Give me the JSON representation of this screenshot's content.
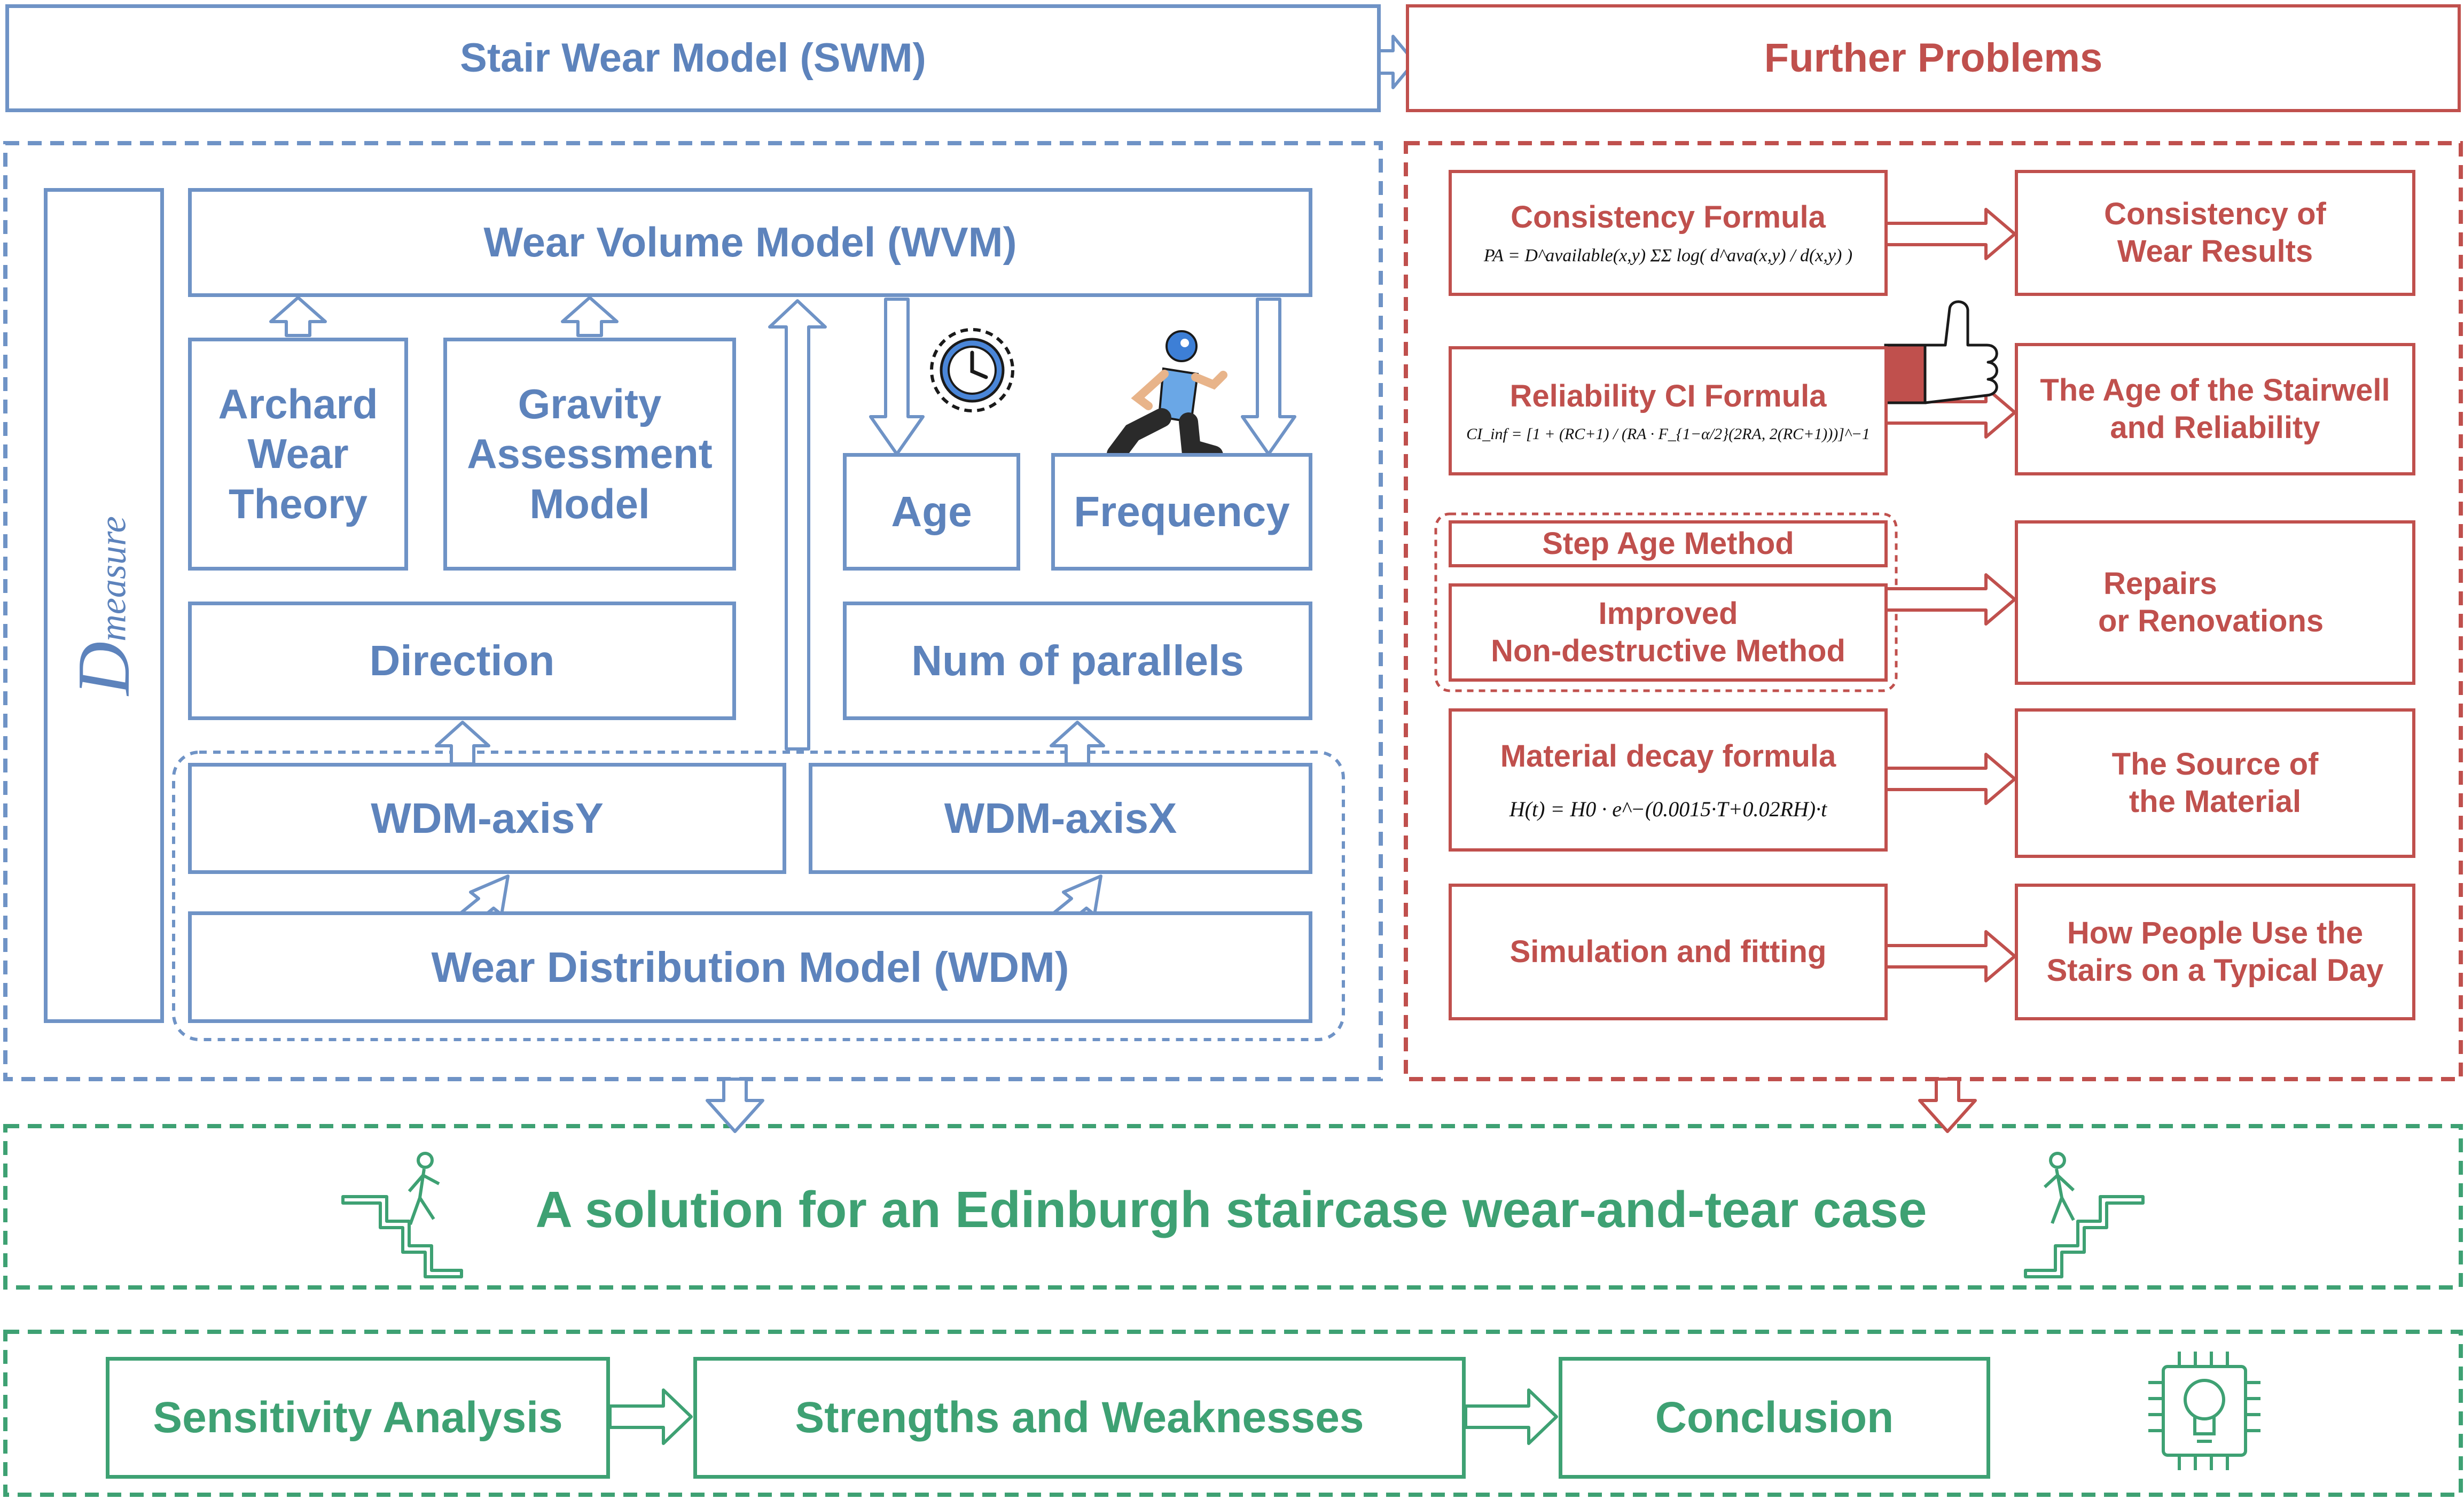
{
  "swm": {
    "title": "Stair Wear Model  (SWM)",
    "d_measure_base": "D",
    "d_measure_sup": "measure",
    "wvm": "Wear Volume Model  (WVM)",
    "archard": [
      "Archard",
      "Wear",
      "Theory"
    ],
    "gravity": [
      "Gravity",
      "Assessment",
      "Model"
    ],
    "age": "Age",
    "frequency": "Frequency",
    "direction": "Direction",
    "num_parallels": "Num of parallels",
    "wdm_axis_y": "WDM-axisY",
    "wdm_axis_x": "WDM-axisX",
    "wdm": "Wear Distribution Model  (WDM)"
  },
  "further": {
    "title": "Further Problems",
    "consistency_formula": {
      "label": "Consistency Formula",
      "formula": "PA = D^available(x,y) ΣΣ log( d^ava(x,y) / d(x,y) )"
    },
    "reliability_formula": {
      "label": "Reliability CI Formula",
      "formula": "CI_inf = [1 + (RC+1) / (RA · F_{1−α/2}(2RA, 2(RC+1)))]^−1"
    },
    "step_age": "Step Age Method",
    "improved": [
      "Improved",
      "Non-destructive Method"
    ],
    "material_decay": {
      "label": "Material decay formula",
      "formula": "H(t) = H0 · e^−(0.0015·T+0.02RH)·t"
    },
    "simulation": "Simulation and fitting",
    "results": [
      [
        "Consistency of",
        "Wear Results"
      ],
      [
        "The Age of the Stairwell",
        "and Reliability"
      ],
      [
        "Repairs",
        "or Renovations"
      ],
      [
        "The Source of",
        "the Material"
      ],
      [
        "How People Use the",
        "Stairs on a Typical Day"
      ]
    ]
  },
  "solution": "A solution for an Edinburgh staircase wear-and-tear case",
  "bottom": {
    "sensitivity": "Sensitivity Analysis",
    "strengths": "Strengths and Weaknesses",
    "conclusion": "Conclusion"
  },
  "colors": {
    "blue": "#6f93c6",
    "red": "#c0504d",
    "green": "#3ea173"
  }
}
